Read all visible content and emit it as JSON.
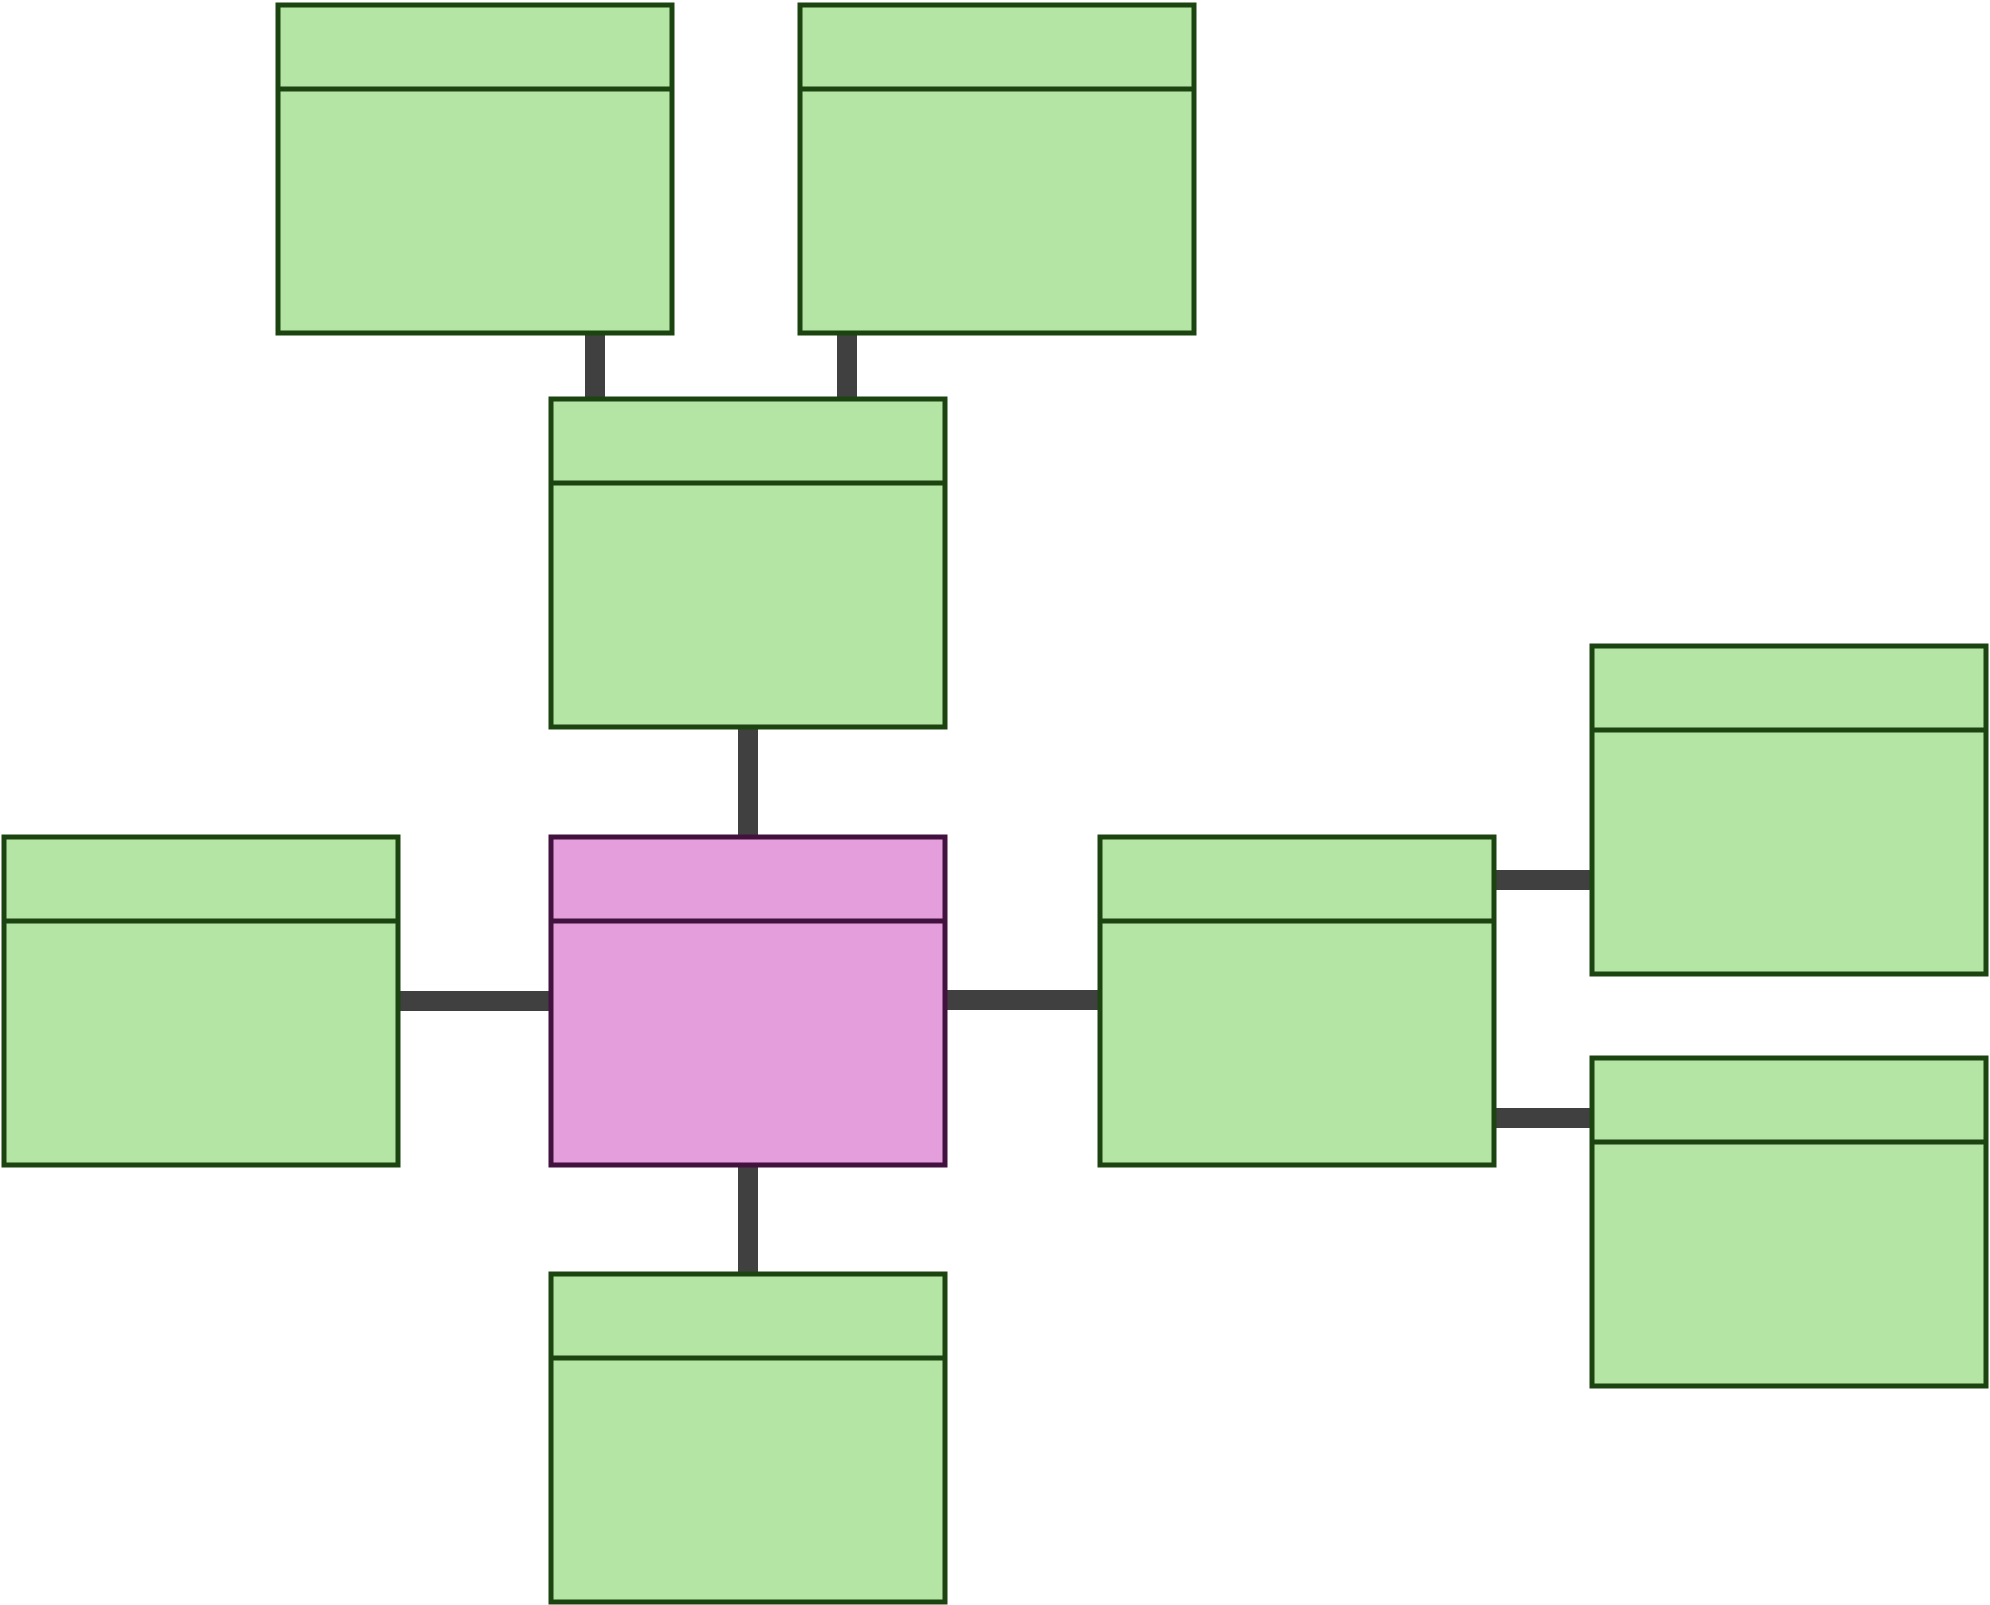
{
  "diagram": {
    "type": "uml-class-diagram",
    "colors": {
      "background": "#ffffff",
      "node_fill": "#b5e5a4",
      "node_border": "#1c4410",
      "center_fill": "#e39edb",
      "center_border": "#42123f",
      "connector": "#404040"
    },
    "nodes": [
      {
        "id": "top-left",
        "role": "class-box",
        "header": "",
        "body": ""
      },
      {
        "id": "top-right",
        "role": "class-box",
        "header": "",
        "body": ""
      },
      {
        "id": "upper-middle",
        "role": "class-box",
        "header": "",
        "body": ""
      },
      {
        "id": "left",
        "role": "class-box",
        "header": "",
        "body": ""
      },
      {
        "id": "center",
        "role": "class-box-highlighted",
        "header": "",
        "body": ""
      },
      {
        "id": "right",
        "role": "class-box",
        "header": "",
        "body": ""
      },
      {
        "id": "far-right-top",
        "role": "class-box",
        "header": "",
        "body": ""
      },
      {
        "id": "far-right-bottom",
        "role": "class-box",
        "header": "",
        "body": ""
      },
      {
        "id": "bottom",
        "role": "class-box",
        "header": "",
        "body": ""
      }
    ],
    "edges": [
      {
        "from": "top-left",
        "to": "upper-middle"
      },
      {
        "from": "top-right",
        "to": "upper-middle"
      },
      {
        "from": "upper-middle",
        "to": "center"
      },
      {
        "from": "left",
        "to": "center"
      },
      {
        "from": "center",
        "to": "right"
      },
      {
        "from": "center",
        "to": "bottom"
      },
      {
        "from": "right",
        "to": "far-right-top"
      },
      {
        "from": "right",
        "to": "far-right-bottom"
      }
    ]
  }
}
